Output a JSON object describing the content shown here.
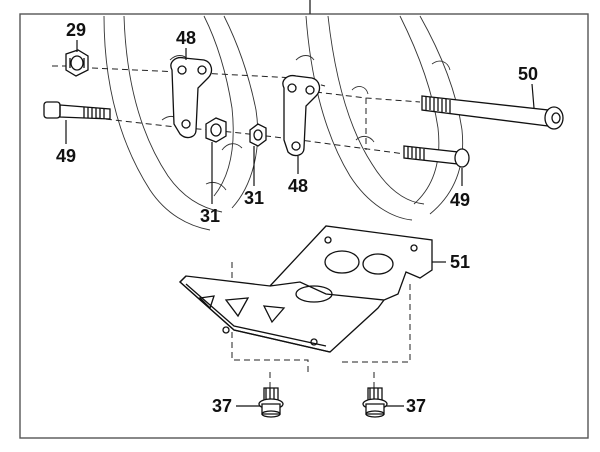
{
  "diagram": {
    "title": "Skid plate assembly exploded view",
    "labels": {
      "p29": "29",
      "p48_top": "48",
      "p48_bottom": "48",
      "p49_left": "49",
      "p49_right": "49",
      "p50": "50",
      "p31_left": "31",
      "p31_right": "31",
      "p51": "51",
      "p37_left": "37",
      "p37_right": "37"
    },
    "colors": {
      "line": "#111111",
      "paper": "#ffffff",
      "frame_grey": "#555555"
    }
  }
}
